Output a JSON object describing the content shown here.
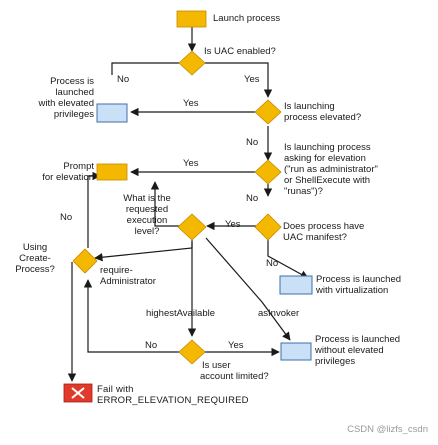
{
  "nodes": {
    "launch": "Launch process",
    "uac_enabled": "Is UAC enabled?",
    "is_elevated_q": [
      "Is launching",
      "process elevated?"
    ],
    "asking_elev_q": [
      "Is launching process",
      "asking for elevation",
      "(\"run as administrator\"",
      "or ShellExecute with",
      "\"runas\")?"
    ],
    "has_manifest_q": [
      "Does process have",
      "UAC manifest?"
    ],
    "exec_level_q": [
      "What is the",
      "requested",
      "execution",
      "level?"
    ],
    "using_create_q": [
      "Using",
      "Create-",
      "Process?"
    ],
    "user_limited_q": [
      "Is user",
      "account limited?"
    ],
    "launched_elevated": [
      "Process is",
      "launched",
      "with elevated",
      "privileges"
    ],
    "prompt_elevation": [
      "Prompt",
      "for elevation"
    ],
    "launched_virtualization": [
      "Process is launched",
      "with virtualization"
    ],
    "launched_without": [
      "Process is launched",
      "without elevated",
      "privileges"
    ],
    "fail": [
      "Fail with",
      "ERROR_ELEVATION_REQUIRED"
    ]
  },
  "edges": {
    "no": "No",
    "yes": "Yes",
    "require_admin": [
      "require-",
      "Administrator"
    ],
    "highest_available": "highestAvailable",
    "as_invoker": "asInvoker"
  },
  "watermark": "CSDN @lizfs_csdn",
  "colors": {
    "terminal_fill": "#f5b800",
    "terminal_stroke": "#c68a00",
    "decision_fill": "#f5b800",
    "result_fill": "#c9e0f6",
    "result_stroke": "#3d6fa8",
    "fail_fill": "#e03a2a",
    "line": "#1a1a1a"
  }
}
